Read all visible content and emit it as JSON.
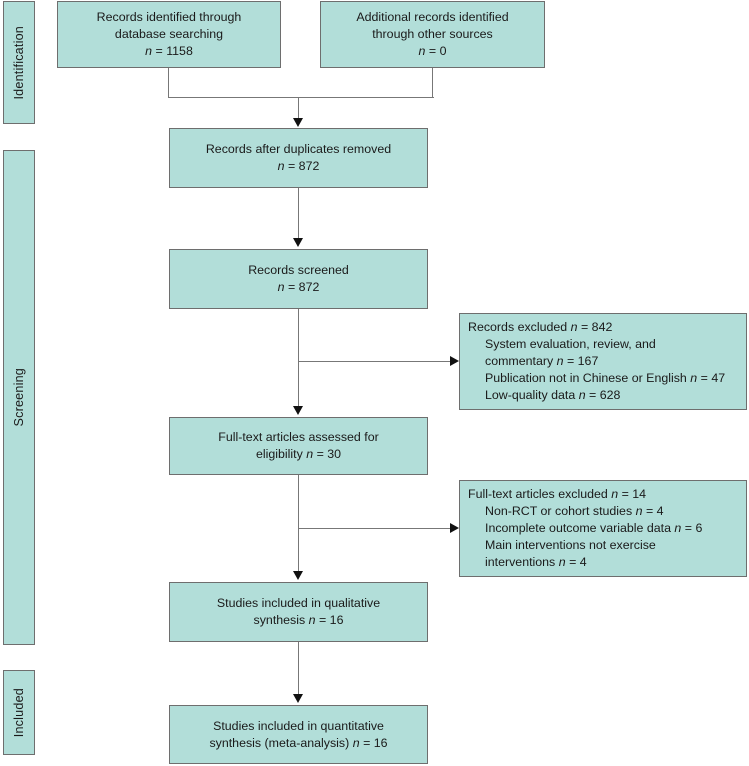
{
  "diagram": {
    "type": "prisma-flow-diagram",
    "colors": {
      "box_fill": "#b2ded9",
      "box_border": "#6e6e6e",
      "connector": "#777777",
      "arrow_head": "#111111",
      "text": "#1a1a1a",
      "background": "#ffffff"
    },
    "stages": [
      {
        "label": "Identification"
      },
      {
        "label": "Screening"
      },
      {
        "label": "Included"
      }
    ],
    "boxes": {
      "database_searching": {
        "line1": "Records identified through",
        "line2": "database searching",
        "n_label": "n",
        "n_value": "= 1158"
      },
      "other_sources": {
        "line1": "Additional records identified",
        "line2": "through other sources",
        "n_label": "n",
        "n_value": "= 0"
      },
      "duplicates_removed": {
        "line1": "Records after duplicates removed",
        "n_label": "n",
        "n_value": "= 872"
      },
      "records_screened": {
        "line1": "Records screened",
        "n_label": "n",
        "n_value": "= 872"
      },
      "records_excluded": {
        "heading": "Records excluded",
        "heading_n_label": "n",
        "heading_n_value": "= 842",
        "reasons": [
          {
            "text": "System evaluation, review, and",
            "n_label": "",
            "n_value": ""
          },
          {
            "text": "commentary",
            "n_label": "n",
            "n_value": "= 167"
          },
          {
            "text": "Publication not in Chinese or English",
            "n_label": "n",
            "n_value": "= 47"
          },
          {
            "text": "Low-quality data",
            "n_label": "n",
            "n_value": "= 628"
          }
        ]
      },
      "fulltext_assessed": {
        "line1": "Full-text articles assessed for",
        "line2": "eligibility",
        "n_label": "n",
        "n_value": "= 30"
      },
      "fulltext_excluded": {
        "heading": "Full-text articles excluded",
        "heading_n_label": "n",
        "heading_n_value": "= 14",
        "reasons": [
          {
            "text": "Non-RCT or cohort studies",
            "n_label": "n",
            "n_value": "= 4"
          },
          {
            "text": "Incomplete outcome variable data",
            "n_label": "n",
            "n_value": "= 6"
          },
          {
            "text": "Main interventions not exercise",
            "n_label": "",
            "n_value": ""
          },
          {
            "text": "interventions",
            "n_label": "n",
            "n_value": "= 4"
          }
        ]
      },
      "qualitative_synthesis": {
        "line1": "Studies included in qualitative",
        "line2": "synthesis",
        "n_label": "n",
        "n_value": "= 16"
      },
      "quantitative_synthesis": {
        "line1": "Studies included in quantitative",
        "line2": "synthesis (meta-analysis)",
        "n_label": "n",
        "n_value": "= 16"
      }
    }
  }
}
